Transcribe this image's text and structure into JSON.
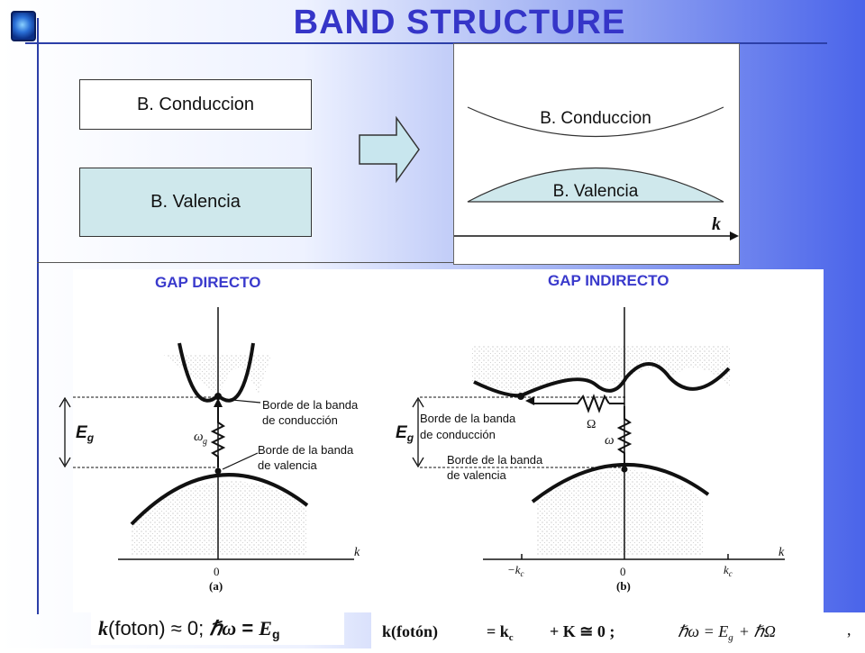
{
  "title": "BAND  STRUCTURE",
  "left_boxes": {
    "conduction": "B. Conduccion",
    "valence": "B. Valencia"
  },
  "right_panel": {
    "conduction": "B. Conduccion",
    "valence": "B. Valencia",
    "axis_k": "k"
  },
  "direct": {
    "label": "GAP DIRECTO",
    "eg_main": "E",
    "eg_sub": "g",
    "cond_edge_1": "Borde de la banda",
    "cond_edge_2": "de conducción",
    "val_edge_1": "Borde de la banda",
    "val_edge_2": "de valencia",
    "omega": "ω",
    "omega_sub": "g",
    "axis_k": "k",
    "zero": "0",
    "tag": "(a)"
  },
  "indirect": {
    "label": "GAP INDIRECTO",
    "eg_main": "E",
    "eg_sub": "g",
    "cond_edge_1": "Borde de la banda",
    "cond_edge_2": "de conducción",
    "val_edge_1": "Borde de la banda",
    "val_edge_2": "de valencia",
    "big_omega": "Ω",
    "omega": "ω",
    "axis_k": "k",
    "neg_kc": "−k",
    "kc": "k",
    "c_sub": "c",
    "zero": "0",
    "tag": "(b)"
  },
  "formula_left": {
    "k": "k",
    "rest": "(foton) ≈ 0; ",
    "hw": "ℏω",
    "eq": " = ",
    "eg": "E",
    "eg_sub": "g"
  },
  "formula_right": {
    "lhs": "k(fotón)",
    "mid": "= k",
    "c": "c",
    "plus": "+ K ≅ 0  ;",
    "rhs": "ℏω = E",
    "g": "g",
    "rhs2": "+ ℏΩ",
    "comma": ","
  },
  "colors": {
    "title": "#3535c8",
    "accent_lines": "#2c3fa8",
    "valence_fill": "#cfe8ec",
    "arrow_fill": "#c8e6ee"
  }
}
